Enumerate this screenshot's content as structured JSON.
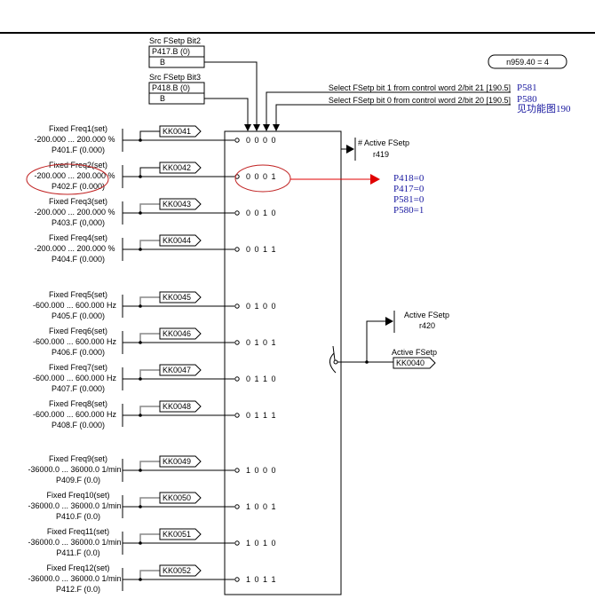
{
  "header": {
    "status_pill": "n959.40 = 4"
  },
  "sources": [
    {
      "title": "Src FSetp Bit2",
      "param": "P417.B (0)",
      "connector": "B"
    },
    {
      "title": "Src FSetp Bit3",
      "param": "P418.B (0)",
      "connector": "B"
    }
  ],
  "select_lines": [
    {
      "text": "Select FSetp bit 1 from control word 2/bit 21 [190.5]",
      "note": "P581"
    },
    {
      "text": "Select FSetp bit 0 from control word 2/bit 20 [190.5]",
      "note": "P580"
    }
  ],
  "see_diagram_note": "见功能图190",
  "inputs": [
    {
      "name": "Fixed Freq1(set)",
      "range": "-200.000 ... 200.000 %",
      "param": "P401.F (0.000)",
      "connector": "KK0041",
      "bits": "0 0 0 0"
    },
    {
      "name": "Fixed Freq2(set)",
      "range": "-200.000 ... 200.000 %",
      "param": "P402.F (0.000)",
      "connector": "KK0042",
      "bits": "0 0 0 1"
    },
    {
      "name": "Fixed Freq3(set)",
      "range": "-200.000 ... 200.000 %",
      "param": "P403.F (0,000)",
      "connector": "KK0043",
      "bits": "0 0 1 0"
    },
    {
      "name": "Fixed Freq4(set)",
      "range": "-200.000 ... 200.000 %",
      "param": "P404.F (0.000)",
      "connector": "KK0044",
      "bits": "0 0 1 1"
    },
    {
      "name": "Fixed Freq5(set)",
      "range": "-600.000 ... 600.000 Hz",
      "param": "P405.F (0.000)",
      "connector": "KK0045",
      "bits": "0 1 0 0"
    },
    {
      "name": "Fixed Freq6(set)",
      "range": "-600.000 ... 600.000 Hz",
      "param": "P406.F (0.000)",
      "connector": "KK0046",
      "bits": "0 1 0 1"
    },
    {
      "name": "Fixed Freq7(set)",
      "range": "-600.000 ... 600.000 Hz",
      "param": "P407.F (0.000)",
      "connector": "KK0047",
      "bits": "0 1 1 0"
    },
    {
      "name": "Fixed Freq8(set)",
      "range": "-600.000 ... 600.000 Hz",
      "param": "P408.F (0.000)",
      "connector": "KK0048",
      "bits": "0 1 1 1"
    },
    {
      "name": "Fixed Freq9(set)",
      "range": "-36000.0 ... 36000.0 1/min",
      "param": "P409.F (0.0)",
      "connector": "KK0049",
      "bits": "1 0 0 0"
    },
    {
      "name": "Fixed Freq10(set)",
      "range": "-36000.0 ... 36000.0 1/min",
      "param": "P410.F (0.0)",
      "connector": "KK0050",
      "bits": "1 0 0 1"
    },
    {
      "name": "Fixed Freq11(set)",
      "range": "-36000.0 ... 36000.0 1/min",
      "param": "P411.F (0.0)",
      "connector": "KK0051",
      "bits": "1 0 1 0"
    },
    {
      "name": "Fixed Freq12(set)",
      "range": "-36000.0 ... 36000.0 1/min",
      "param": "P412.F (0.0)",
      "connector": "KK0052",
      "bits": "1 0 1 1"
    }
  ],
  "outputs": {
    "active_no": {
      "label": "# Active FSetp",
      "param": "r419"
    },
    "active_display": {
      "label": "Active FSetp",
      "param": "r420"
    },
    "active_connector": {
      "label": "Active FSetp",
      "connector": "KK0040"
    }
  },
  "annotation": {
    "values": [
      "P418=0",
      "P417=0",
      "P581=0",
      "P580=1"
    ],
    "color": "#e00000"
  }
}
